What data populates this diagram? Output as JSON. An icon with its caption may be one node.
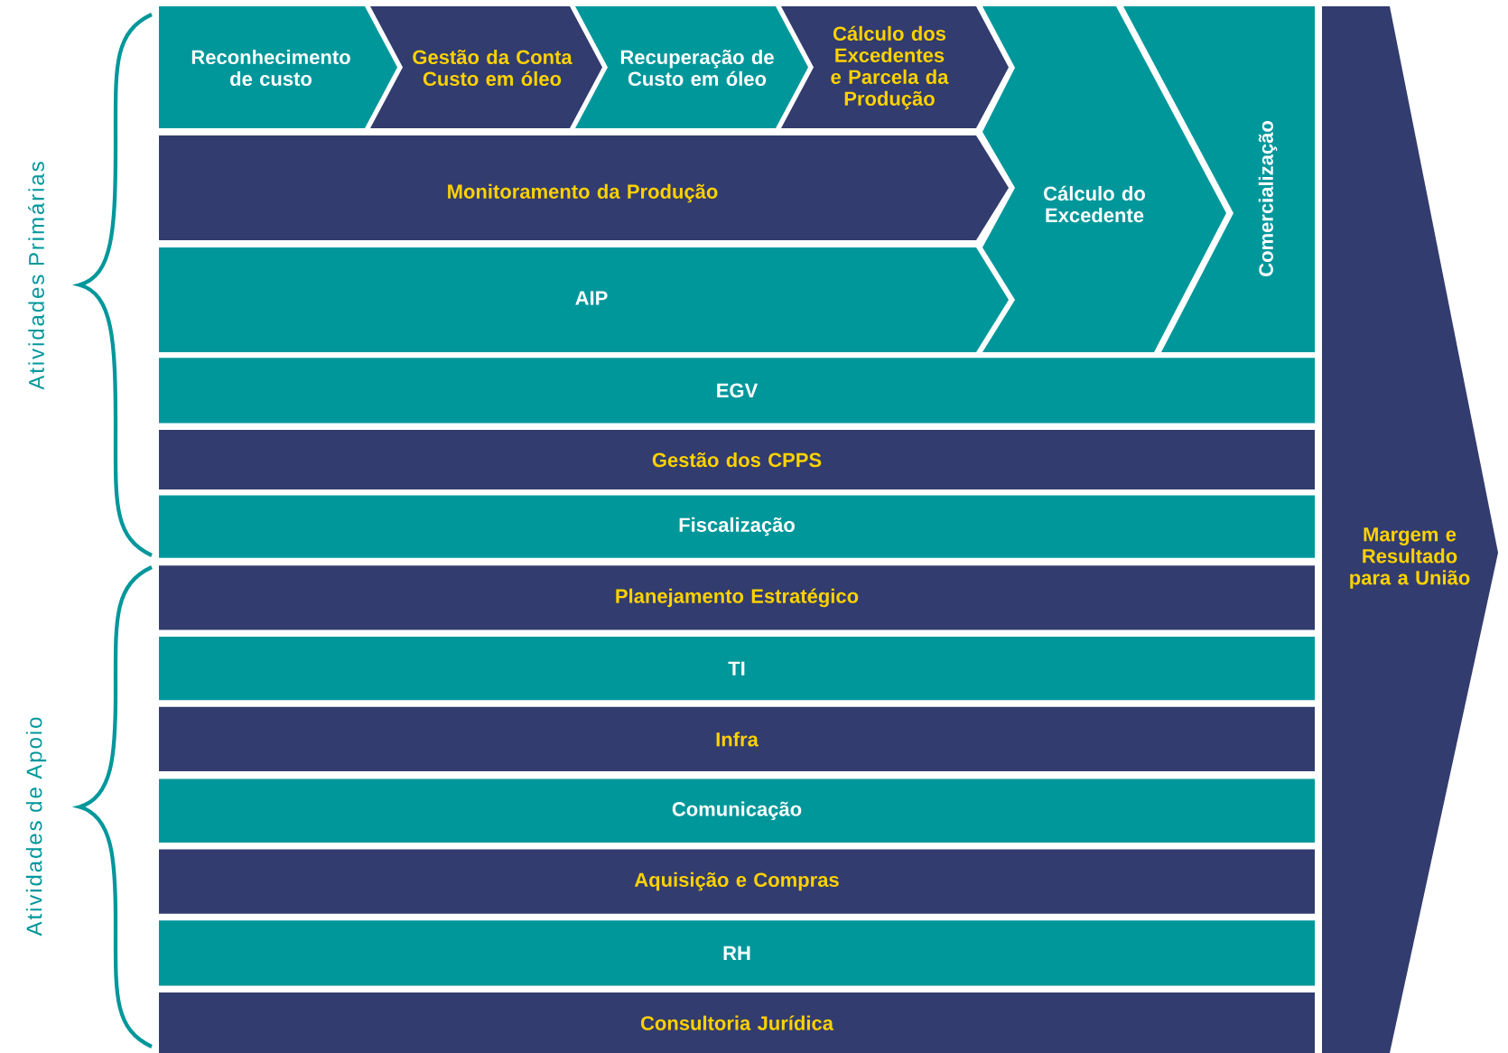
{
  "diagram": {
    "nodes": [
      {
        "text": [
          "Reconhecimento de custo"
        ]
      },
      {
        "text": [
          "Gestão da Conta Custo em óleo"
        ]
      },
      {
        "text": [
          "Recuperação de Custo em óleo"
        ]
      },
      {
        "text": [
          "Cálculo dos Excedentes e Parcela da Produção"
        ]
      },
      {
        "text": [
          "Monitoramento da Produção"
        ]
      },
      {
        "text": [
          "AIP"
        ]
      },
      {
        "text": [
          "Cálculo do Excedente"
        ]
      },
      {
        "text": [
          "Comercialização"
        ]
      },
      {
        "text": [
          "EGV"
        ]
      },
      {
        "text": [
          "Gestão dos CPPS"
        ]
      },
      {
        "text": [
          "Fiscalização"
        ]
      },
      {
        "text": [
          "Planejamento Estratégico"
        ]
      },
      {
        "text": [
          "TI"
        ]
      },
      {
        "text": [
          "Infra"
        ]
      },
      {
        "text": [
          "Comunicação"
        ]
      },
      {
        "text": [
          "Aquisição e Compras"
        ]
      },
      {
        "text": [
          "RH"
        ]
      },
      {
        "text": [
          "Consultoria Jurídica"
        ]
      },
      {
        "text": [
          "Margem e Resultado para a União"
        ]
      }
    ],
    "edges": [],
    "labels": [
      "Atividades Primárias",
      "Atividades de Apoio"
    ]
  }
}
